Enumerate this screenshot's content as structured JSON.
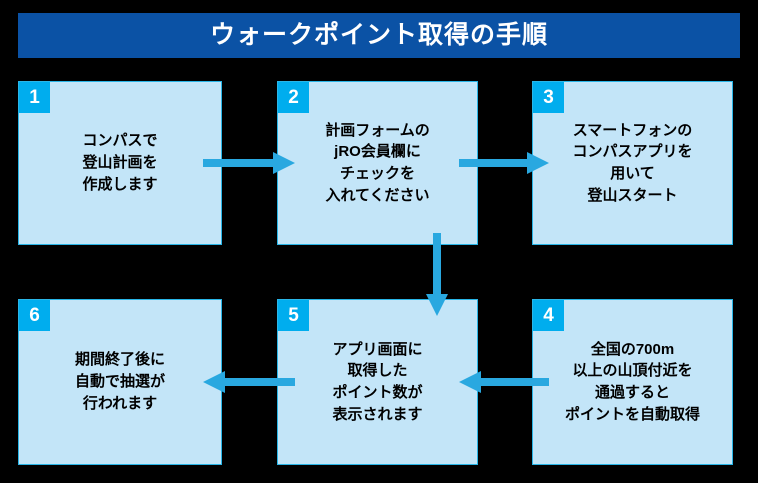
{
  "header": {
    "title": "ウォークポイント取得の手順",
    "banner_color": "#0B52A5",
    "title_color": "#FFFFFF"
  },
  "theme": {
    "background": "#000000",
    "box_fill": "#C3E5F8",
    "box_border": "#29B6E8",
    "badge_fill": "#00ADEE",
    "badge_text": "#FFFFFF",
    "arrow_color": "#29A8E0",
    "text_color": "#000000"
  },
  "flow": {
    "steps": [
      {
        "number": "1",
        "lines": [
          "コンパスで",
          "登山計画を",
          "作成します"
        ]
      },
      {
        "number": "2",
        "lines": [
          "計画フォームの",
          "jRO会員欄に",
          "チェックを",
          "入れてください"
        ]
      },
      {
        "number": "3",
        "lines": [
          "スマートフォンの",
          "コンパスアプリを",
          "用いて",
          "登山スタート"
        ]
      },
      {
        "number": "4",
        "lines": [
          "全国の700m",
          "以上の山頂付近を",
          "通過すると",
          "ポイントを自動取得"
        ]
      },
      {
        "number": "5",
        "lines": [
          "アプリ画面に",
          "取得した",
          "ポイント数が",
          "表示されます"
        ]
      },
      {
        "number": "6",
        "lines": [
          "期間終了後に",
          "自動で抽選が",
          "行われます"
        ]
      }
    ],
    "connectors": [
      {
        "name": "arrow-step1-to-step2",
        "direction": "right"
      },
      {
        "name": "arrow-step2-to-step3",
        "direction": "right"
      },
      {
        "name": "arrow-step3-to-step4",
        "direction": "down"
      },
      {
        "name": "arrow-step4-to-step5",
        "direction": "left"
      },
      {
        "name": "arrow-step5-to-step6",
        "direction": "left"
      }
    ]
  }
}
